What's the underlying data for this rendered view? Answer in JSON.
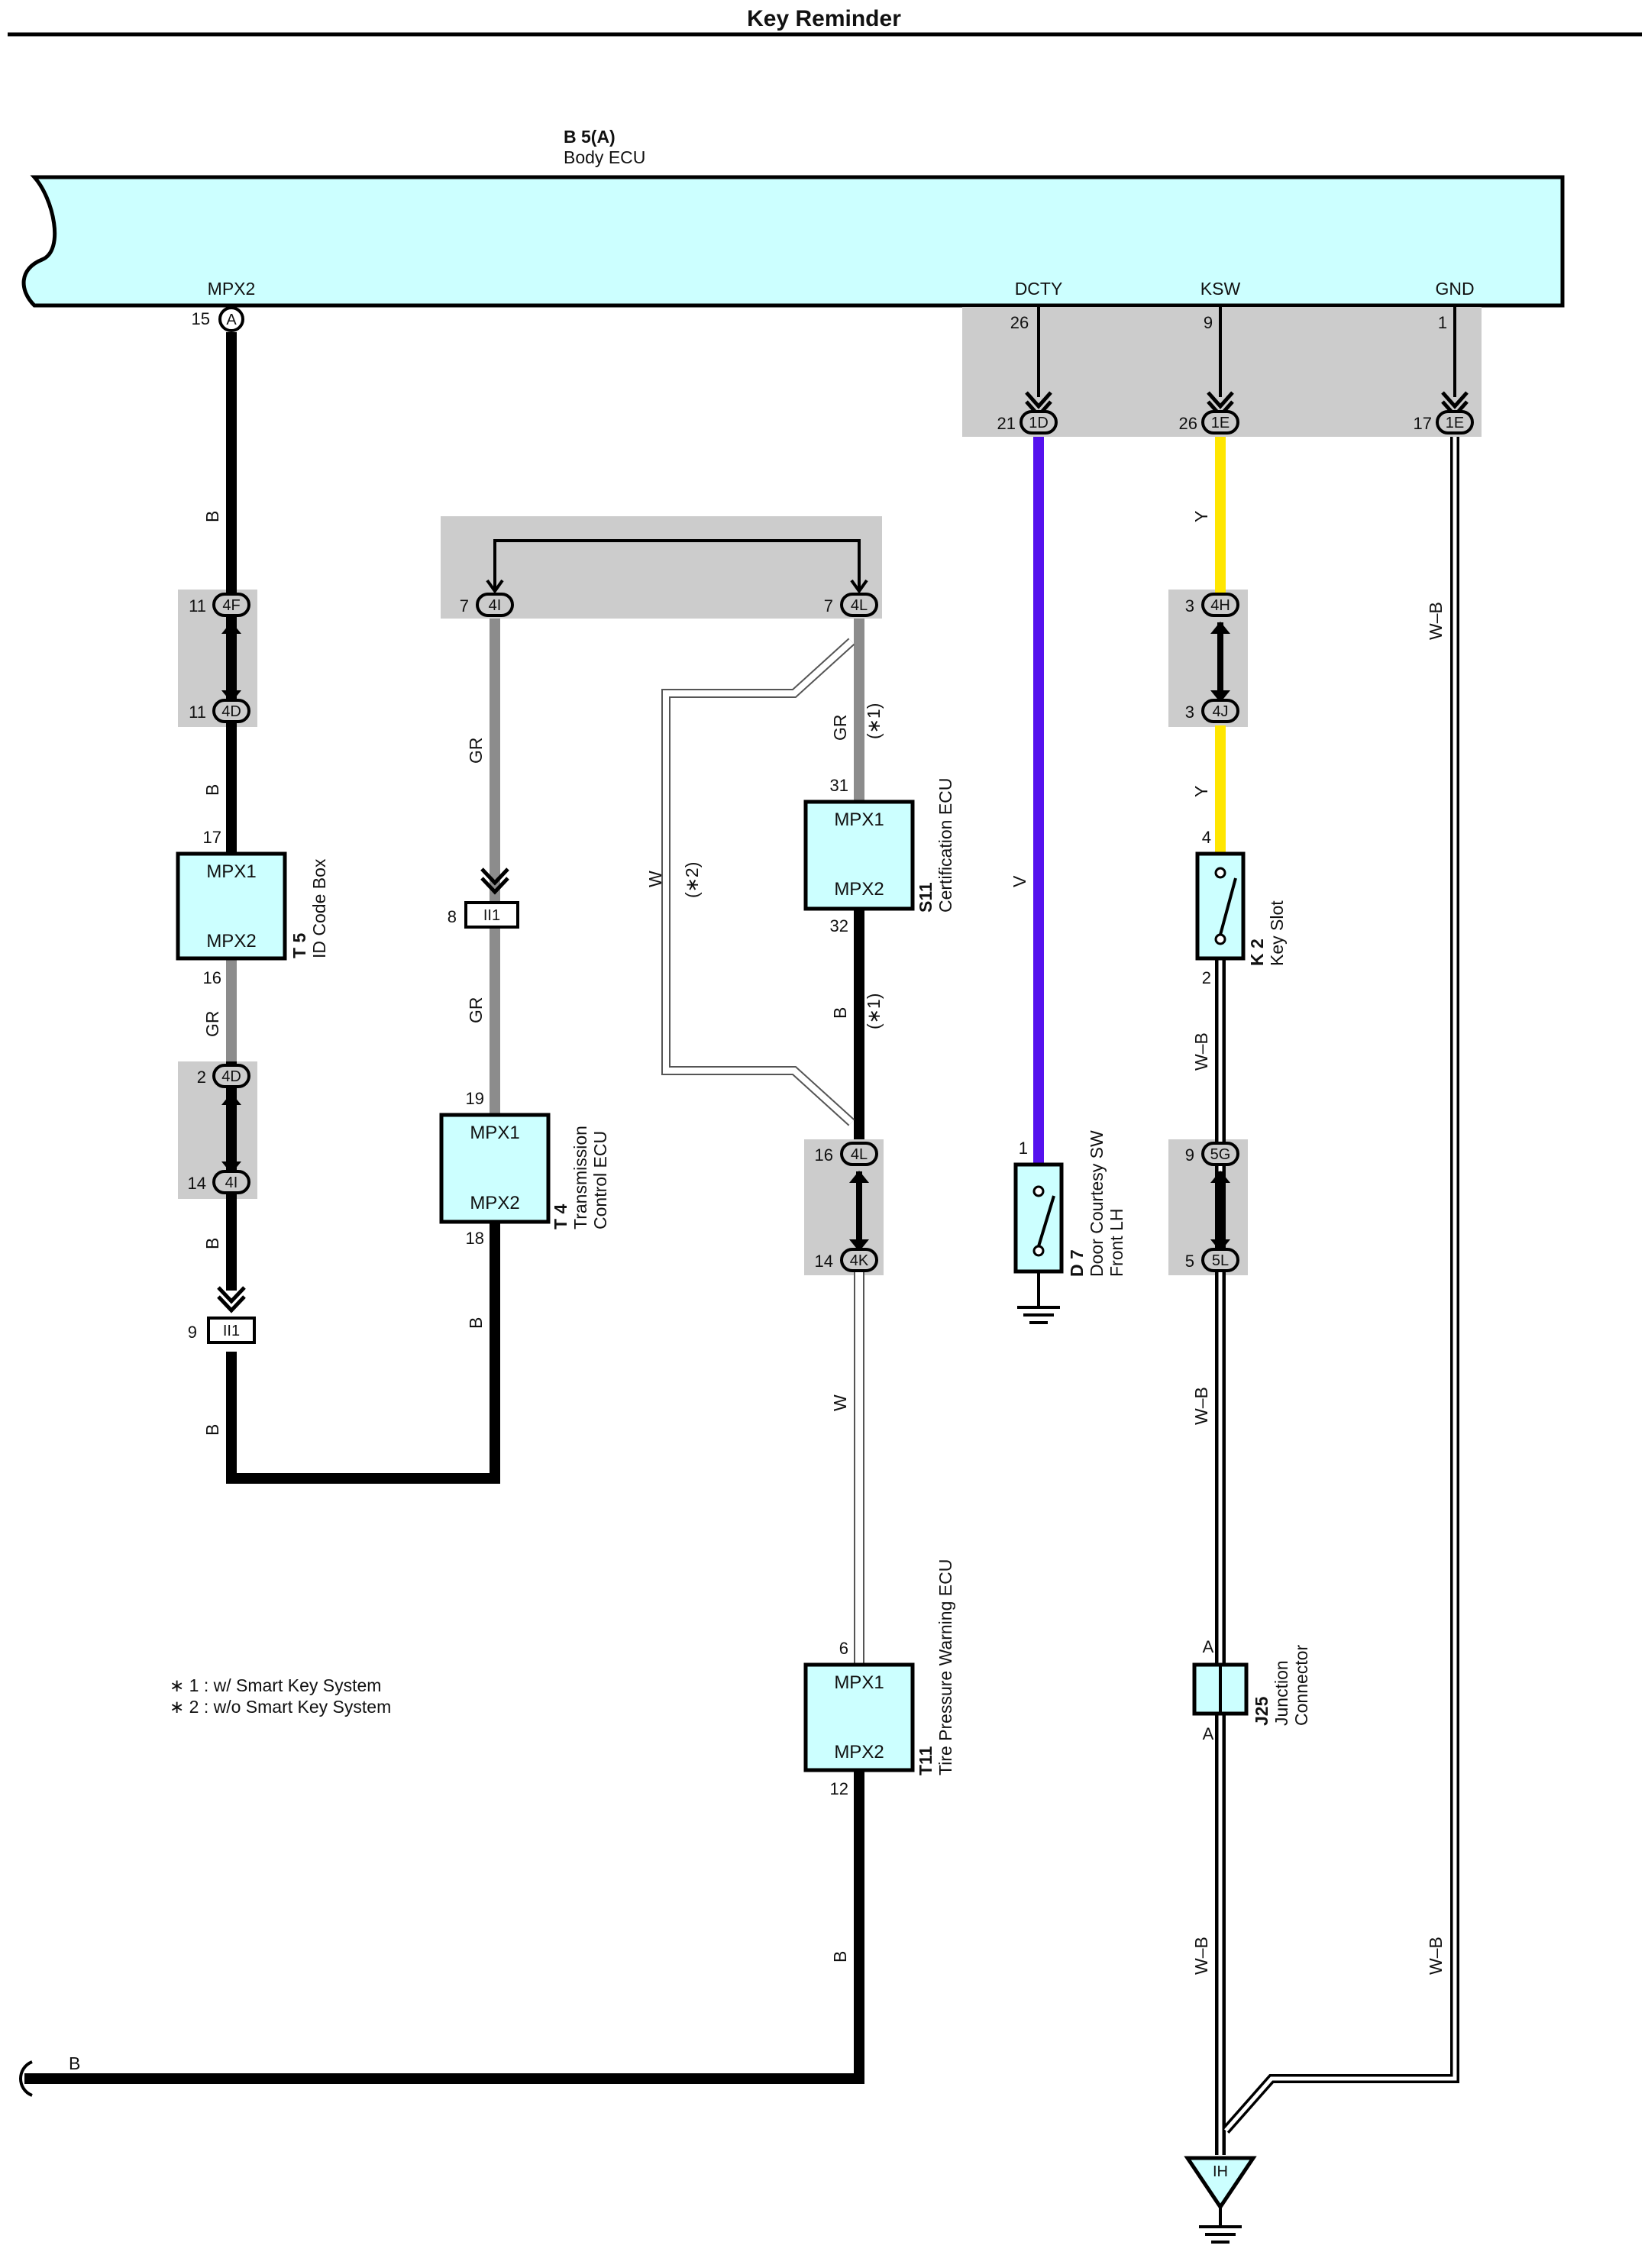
{
  "title": "Key Reminder",
  "body_ecu": {
    "code": "B 5(A)",
    "name": "Body ECU",
    "terminals": {
      "mpx2": "MPX2",
      "dcty": "DCTY",
      "ksw": "KSW",
      "gnd": "GND"
    },
    "pins": {
      "mpx2": "15",
      "mpx2_conn": "A",
      "dcty": "26",
      "ksw": "9",
      "gnd": "1"
    }
  },
  "connectors": {
    "d1": {
      "pin": "21",
      "name": "1D"
    },
    "e1_ksw": {
      "pin": "26",
      "name": "1E"
    },
    "e1_gnd": {
      "pin": "17",
      "name": "1E"
    },
    "f4": {
      "pin": "11",
      "name": "4F"
    },
    "d4_top": {
      "pin": "11",
      "name": "4D"
    },
    "d4_bot": {
      "pin": "2",
      "name": "4D"
    },
    "i4_left": {
      "pin": "14",
      "name": "4I"
    },
    "i4_top": {
      "pin": "7",
      "name": "4I"
    },
    "l4_top": {
      "pin": "7",
      "name": "4L"
    },
    "l4_mid": {
      "pin": "16",
      "name": "4L"
    },
    "k4": {
      "pin": "14",
      "name": "4K"
    },
    "h4": {
      "pin": "3",
      "name": "4H"
    },
    "j4": {
      "pin": "3",
      "name": "4J"
    },
    "g5": {
      "pin": "9",
      "name": "5G"
    },
    "l5": {
      "pin": "5",
      "name": "5L"
    },
    "ii1_left": {
      "pin": "9",
      "name": "II1"
    },
    "ii1_right": {
      "pin": "8",
      "name": "II1"
    }
  },
  "wires": {
    "b": "B",
    "gr": "GR",
    "w": "W",
    "v": "V",
    "y": "Y",
    "wb": "W–B",
    "n1": "(∗1)",
    "n2": "(∗2)"
  },
  "components": {
    "t5": {
      "code": "T 5",
      "name": "ID Code Box",
      "mpx1": "MPX1",
      "mpx2": "MPX2",
      "pin_top": "17",
      "pin_bot": "16"
    },
    "t4": {
      "code": "T 4",
      "name_line1": "Transmission",
      "name_line2": "Control ECU",
      "mpx1": "MPX1",
      "mpx2": "MPX2",
      "pin_top": "19",
      "pin_bot": "18"
    },
    "s11": {
      "code": "S11",
      "name": "Certification ECU",
      "mpx1": "MPX1",
      "mpx2": "MPX2",
      "pin_top": "31",
      "pin_bot": "32"
    },
    "t11": {
      "code": "T11",
      "name": "Tire Pressure Warning ECU",
      "mpx1": "MPX1",
      "mpx2": "MPX2",
      "pin_top": "6",
      "pin_bot": "12"
    },
    "d7": {
      "code": "D 7",
      "name_line1": "Door Courtesy SW",
      "name_line2": "Front LH",
      "pin": "1"
    },
    "k2": {
      "code": "K 2",
      "name": "Key Slot",
      "pin_top": "4",
      "pin_bot": "2"
    },
    "j25": {
      "code": "J25",
      "name_line1": "Junction",
      "name_line2": "Connector",
      "pin_top": "A",
      "pin_bot": "A"
    },
    "ground": {
      "name": "IH"
    }
  },
  "notes": [
    "∗ 1 : w/ Smart Key System",
    "∗ 2 : w/o Smart Key System"
  ],
  "colors": {
    "ecu_fill": "#ccffff",
    "connector_bg": "#cccccc",
    "v_wire": "#5511ee",
    "y_wire": "#ffe600",
    "gr_wire": "#8c8c8c",
    "b_wire": "#000000"
  }
}
